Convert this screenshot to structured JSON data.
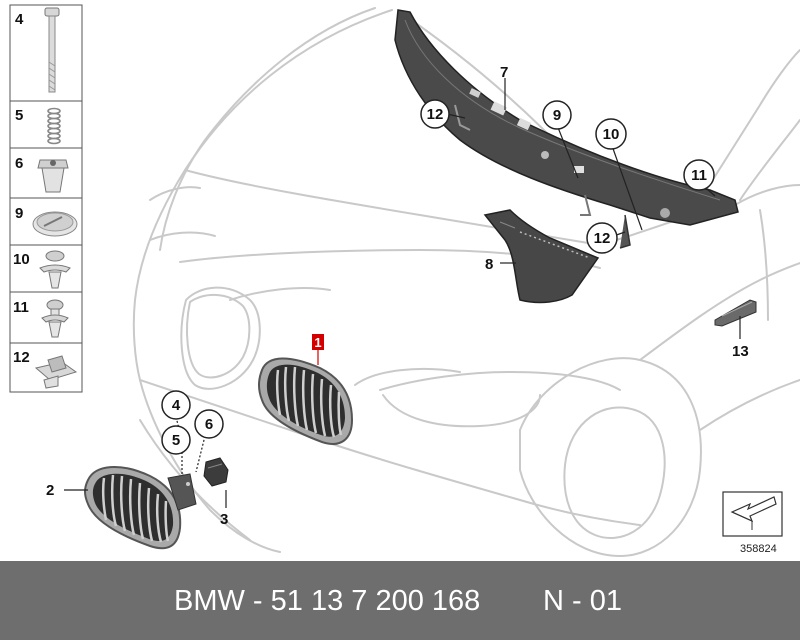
{
  "sidebar": {
    "items": [
      {
        "label": "4",
        "icon": "bolt-icon"
      },
      {
        "label": "5",
        "icon": "spring-icon"
      },
      {
        "label": "6",
        "icon": "clip-nut-icon"
      },
      {
        "label": "9",
        "icon": "plug-cap-icon"
      },
      {
        "label": "10",
        "icon": "expanding-rivet-icon"
      },
      {
        "label": "11",
        "icon": "push-rivet-icon"
      },
      {
        "label": "12",
        "icon": "retainer-clip-icon"
      }
    ]
  },
  "callouts": {
    "c1": "1",
    "c2": "2",
    "c3": "3",
    "c4": "4",
    "c5": "5",
    "c6": "6",
    "c7": "7",
    "c8": "8",
    "c9": "9",
    "c10": "10",
    "c11": "11",
    "c12a": "12",
    "c12b": "12",
    "c13": "13"
  },
  "diagram_code": "358824",
  "footer": {
    "part_number": "BMW - 51 13 7 200 168",
    "version": "N - 01"
  },
  "colors": {
    "footer_bg": "#6e6e6e",
    "highlight": "#d40000",
    "outline": "#c8c8c8"
  }
}
